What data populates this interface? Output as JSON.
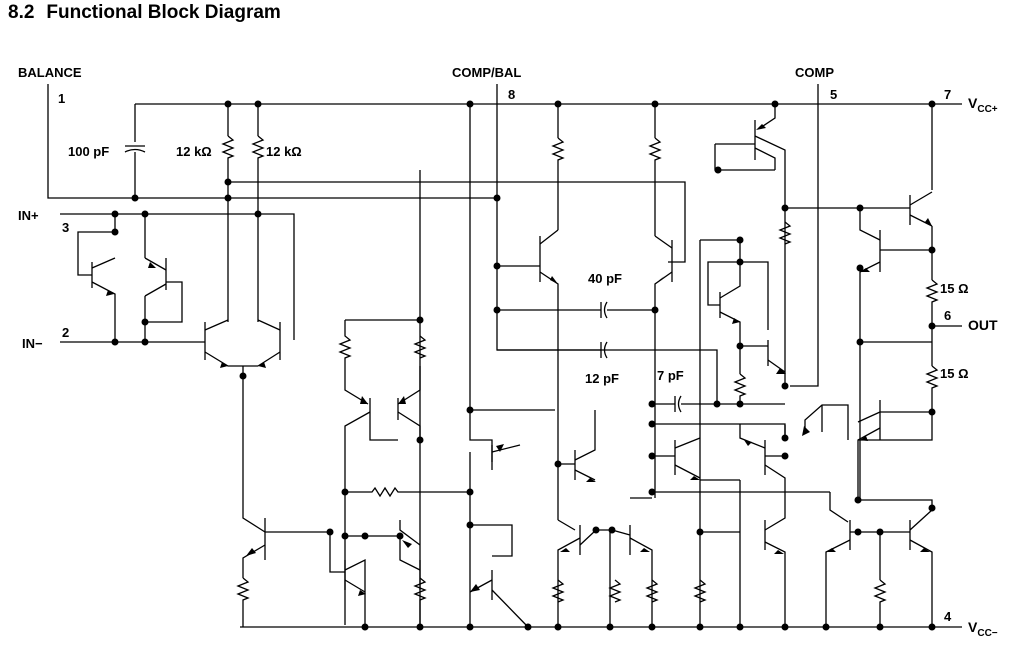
{
  "section": {
    "number": "8.2",
    "title": "Functional Block Diagram"
  },
  "pins": {
    "balance": {
      "name": "BALANCE",
      "number": "1"
    },
    "comp_bal": {
      "name": "COMP/BAL",
      "number": "8"
    },
    "comp": {
      "name": "COMP",
      "number": "5"
    },
    "vcc_plus": {
      "name": "V",
      "sub": "CC+",
      "number": "7"
    },
    "in_plus": {
      "name": "IN+",
      "number": "3"
    },
    "in_minus": {
      "name": "IN−",
      "number": "2"
    },
    "out": {
      "name": "OUT",
      "number": "6"
    },
    "vcc_minus": {
      "name": "V",
      "sub": "CC−",
      "number": "4"
    }
  },
  "components": {
    "cap_100pf": "100 pF",
    "res_12k_a": "12 kΩ",
    "res_12k_b": "12 kΩ",
    "cap_40pf": "40 pF",
    "cap_12pf": "12 pF",
    "cap_7pf": "7 pF",
    "res_15_a": "15 Ω",
    "res_15_b": "15 Ω"
  }
}
